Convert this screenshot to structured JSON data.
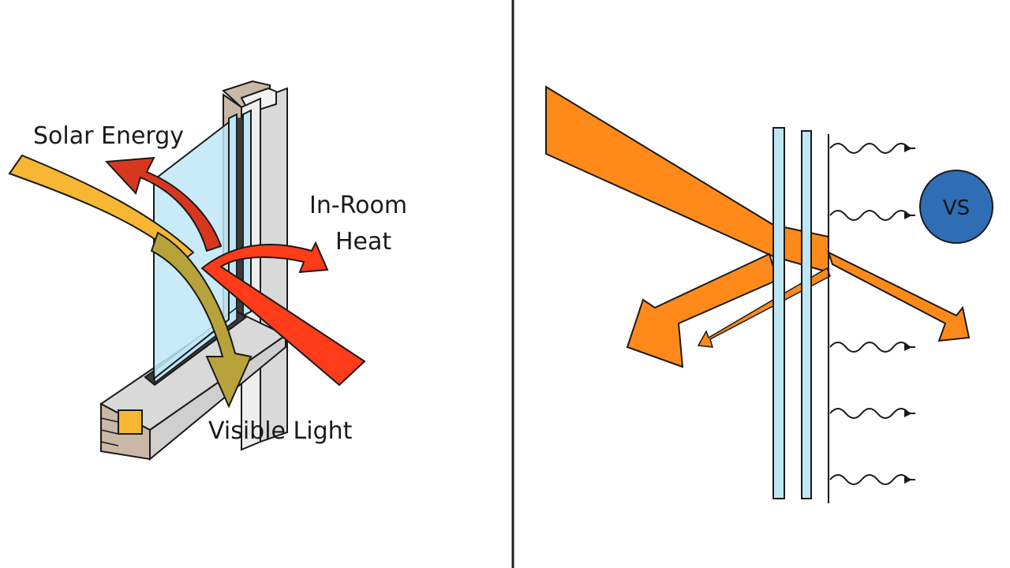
{
  "left_panel": {
    "labels": {
      "solar_energy": "Solar Energy",
      "in_room_line1": "In-Room",
      "in_room_line2": "Heat",
      "visible_light": "Visible Light"
    }
  },
  "right_panel": {
    "badge": "VS"
  },
  "colors": {
    "solar_energy_arrow": "#f7b733",
    "visible_light_arrow": "#b8a33a",
    "heat_arrow": "#ff3b1a",
    "reflected_heat_arrow": "#d8371f",
    "glass": "#bfe6f7",
    "frame": "#e5e5e5",
    "wood": "#c9b8a5",
    "orange_beam": "#ff8a1a",
    "badge_fill": "#2f6eb5",
    "divider": "#222222"
  },
  "icons": {
    "window": "window-cross-section-icon",
    "glass_panes": "glass-pane-icon",
    "heat_wave": "heat-wave-arrow-icon"
  }
}
